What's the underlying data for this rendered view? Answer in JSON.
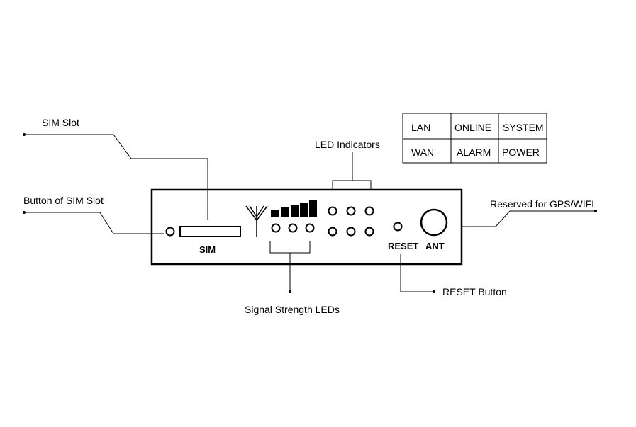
{
  "callouts": {
    "sim_slot": "SIM Slot",
    "sim_button": "Button of SIM Slot",
    "led_indicators": "LED Indicators",
    "reserved_gps_wifi": "Reserved for GPS/WIFI",
    "signal_strength": "Signal Strength LEDs",
    "reset_button": "RESET Button"
  },
  "panel": {
    "sim_label": "SIM",
    "reset_label": "RESET",
    "ant_label": "ANT"
  },
  "legend": {
    "rows": [
      [
        "LAN",
        "ONLINE",
        "SYSTEM"
      ],
      [
        "WAN",
        "ALARM",
        "POWER"
      ]
    ]
  }
}
